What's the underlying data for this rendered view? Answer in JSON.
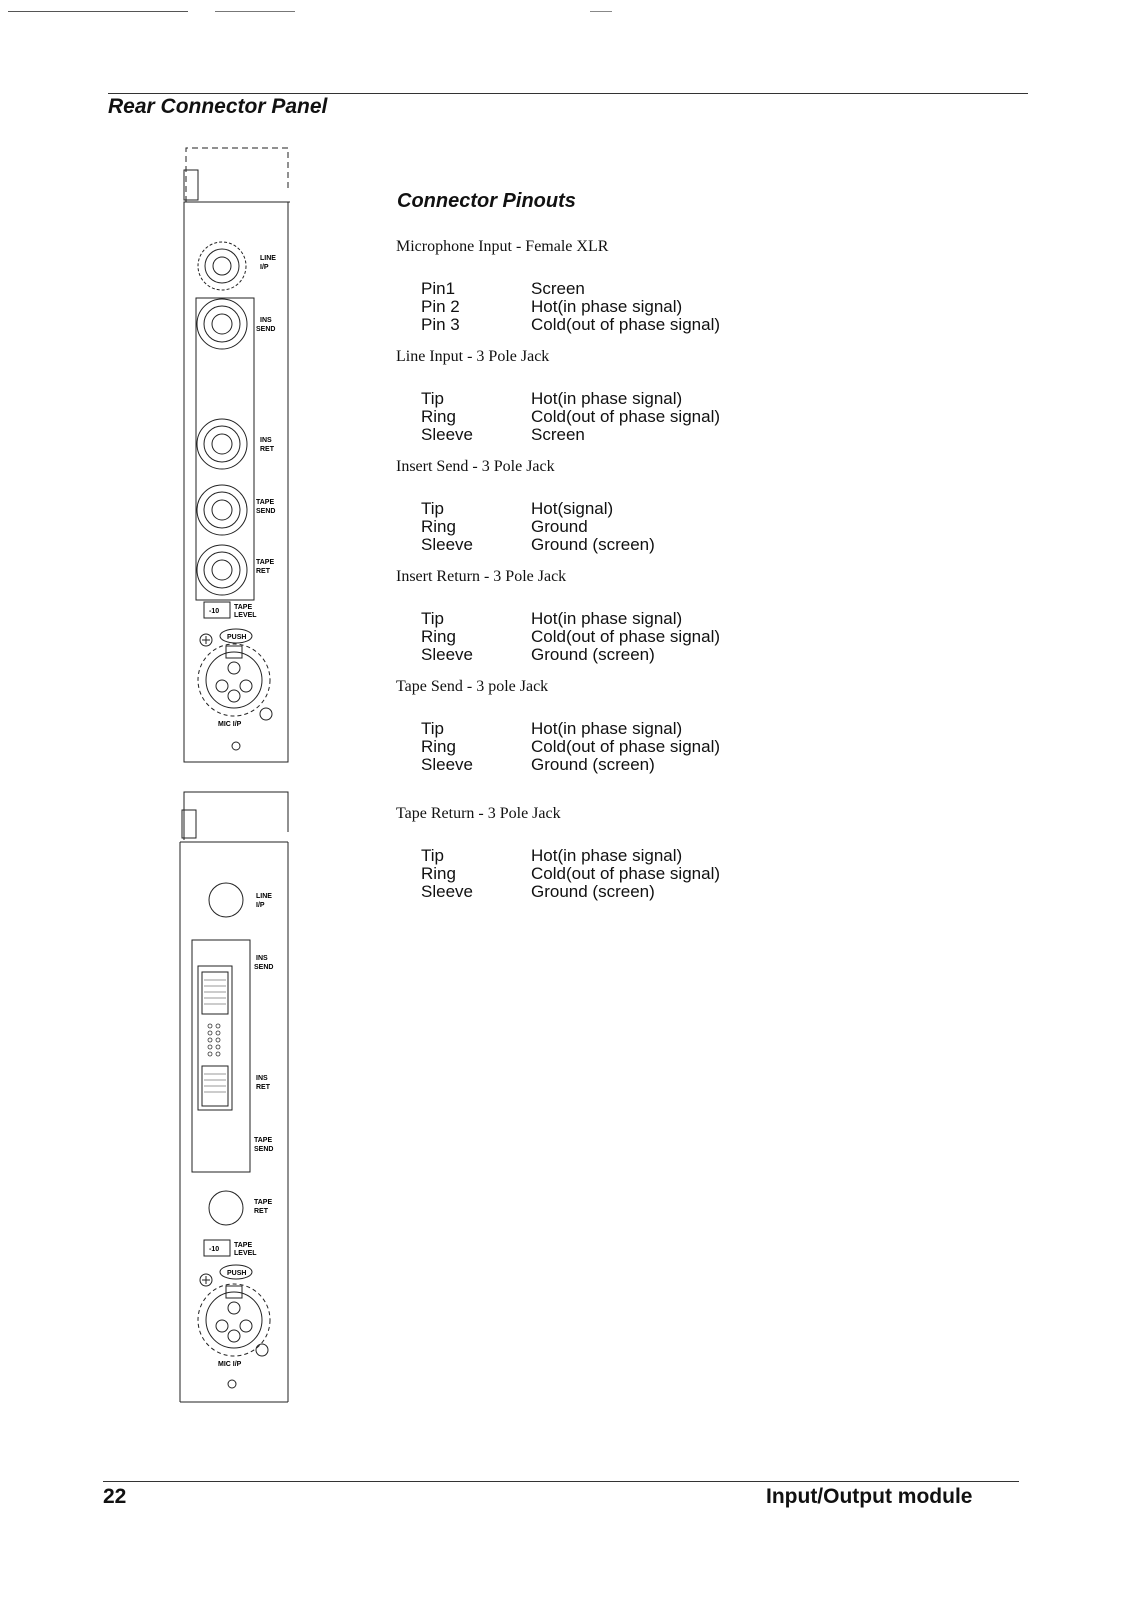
{
  "header": {
    "section_title": "Rear Connector Panel"
  },
  "content": {
    "subtitle": "Connector Pinouts",
    "groups": [
      {
        "title": "Microphone Input  - Female XLR",
        "rows": [
          {
            "pin": "Pin1",
            "signal": "Screen"
          },
          {
            "pin": "Pin 2",
            "signal": "Hot(in phase signal)"
          },
          {
            "pin": "Pin 3",
            "signal": "Cold(out of phase signal)"
          }
        ]
      },
      {
        "title": "Line Input - 3 Pole Jack",
        "rows": [
          {
            "pin": "Tip",
            "signal": "Hot(in phase signal)"
          },
          {
            "pin": "Ring",
            "signal": "Cold(out of phase signal)"
          },
          {
            "pin": "Sleeve",
            "signal": "Screen"
          }
        ]
      },
      {
        "title": "Insert Send - 3 Pole Jack",
        "rows": [
          {
            "pin": "Tip",
            "signal": "Hot(signal)"
          },
          {
            "pin": "Ring",
            "signal": "Ground"
          },
          {
            "pin": "Sleeve",
            "signal": "Ground (screen)"
          }
        ]
      },
      {
        "title": "Insert Return - 3 Pole Jack",
        "rows": [
          {
            "pin": "Tip",
            "signal": "Hot(in phase signal)"
          },
          {
            "pin": "Ring",
            "signal": "Cold(out of phase signal)"
          },
          {
            "pin": "Sleeve",
            "signal": "Ground (screen)"
          }
        ]
      },
      {
        "title": "Tape Send - 3 pole Jack",
        "rows": [
          {
            "pin": "Tip",
            "signal": "Hot(in phase signal)"
          },
          {
            "pin": "Ring",
            "signal": "Cold(out of phase signal)"
          },
          {
            "pin": "Sleeve",
            "signal": "Ground (screen)"
          }
        ]
      },
      {
        "title": "Tape Return - 3 Pole Jack",
        "rows": [
          {
            "pin": "Tip",
            "signal": "Hot(in phase signal)"
          },
          {
            "pin": "Ring",
            "signal": "Cold(out of phase signal)"
          },
          {
            "pin": "Sleeve",
            "signal": "Ground (screen)"
          }
        ]
      }
    ]
  },
  "panel_labels": {
    "line_1": "LINE",
    "line_2": "I/P",
    "ins_1": "INS",
    "send": "SEND",
    "ret": "RET",
    "tape": "TAPE",
    "level": "LEVEL",
    "minus10": "-10",
    "push": "PUSH",
    "mic_ip": "MIC I/P"
  },
  "footer": {
    "page_number": "22",
    "module_name": "Input/Output module"
  }
}
